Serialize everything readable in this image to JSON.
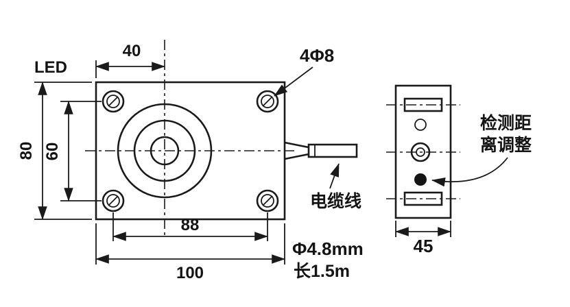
{
  "page": {
    "background": "#ffffff",
    "line_color": "#1a1a1a"
  },
  "front_view": {
    "led_label": "LED",
    "dim_top": "40",
    "dim_height": "80",
    "dim_hole_vertical": "60",
    "dim_hole_horizontal": "88",
    "dim_width": "100",
    "holes_label": "4Φ8",
    "cable_label": "电缆线",
    "cable_diameter": "Φ4.8mm",
    "cable_length": "长1.5m"
  },
  "side_view": {
    "dim_depth": "45",
    "adjust_label_line1": "检测距",
    "adjust_label_line2": "离调整"
  }
}
